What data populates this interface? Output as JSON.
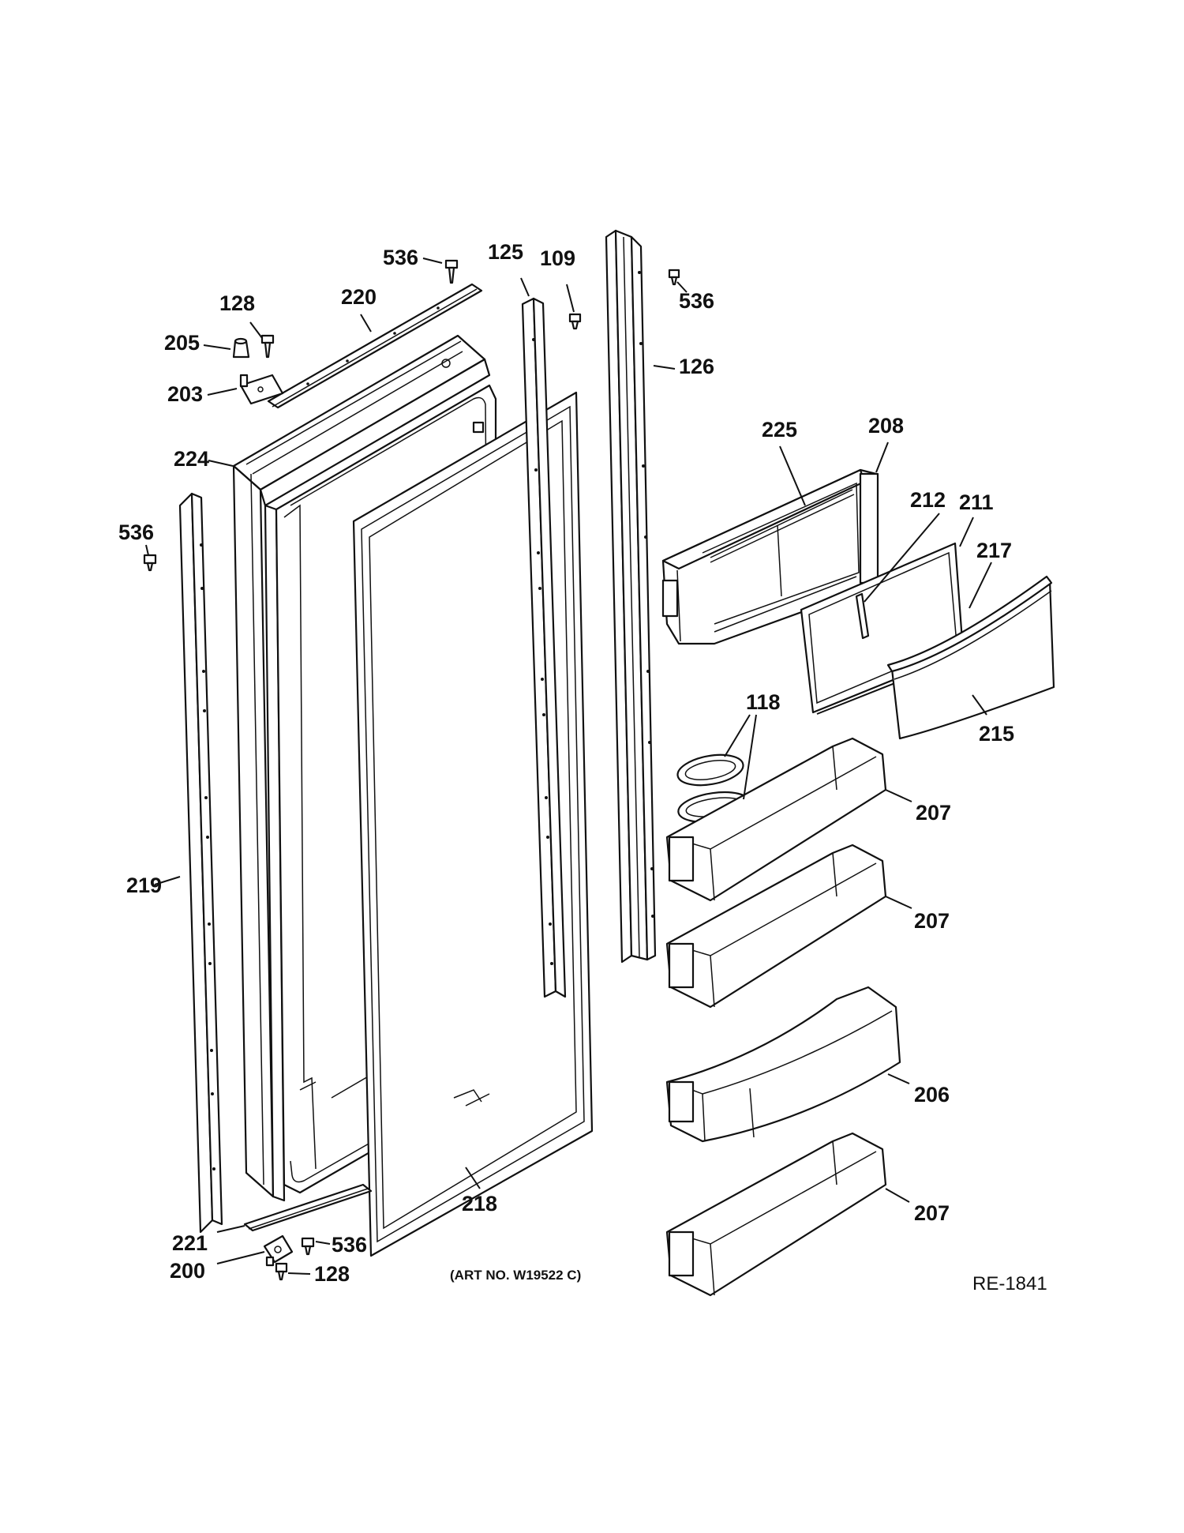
{
  "callouts": {
    "c536_top": "536",
    "c125": "125",
    "c109": "109",
    "c536_right": "536",
    "c128_top": "128",
    "c220": "220",
    "c205": "205",
    "c126": "126",
    "c203": "203",
    "c225": "225",
    "c208": "208",
    "c224": "224",
    "c212": "212",
    "c211": "211",
    "c536_left": "536",
    "c217": "217",
    "c118": "118",
    "c215": "215",
    "c207_a": "207",
    "c219": "219",
    "c207_b": "207",
    "c206": "206",
    "c218": "218",
    "c207_c": "207",
    "c221": "221",
    "c536_bottom": "536",
    "c200": "200",
    "c128_bottom": "128"
  },
  "art_number": "(ART NO. W19522 C)",
  "drawing_ref": "RE-1841"
}
